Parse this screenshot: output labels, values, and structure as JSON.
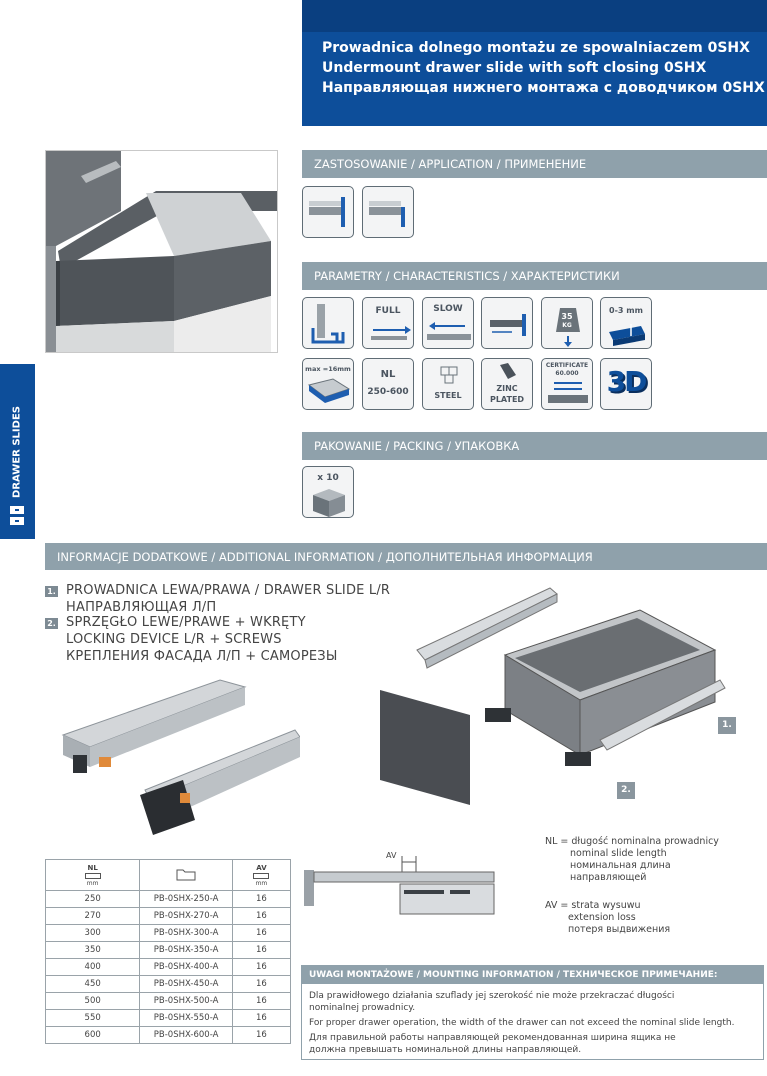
{
  "header": {
    "title_pl": "Prowadnica dolnego montażu ze spowalniaczem 0SHX",
    "title_en": "Undermount drawer slide with soft closing 0SHX",
    "title_ru": "Направляющая нижнего монтажа с доводчиком  0SHX"
  },
  "side_tab": {
    "label": "DRAWER SLIDES"
  },
  "sections": {
    "application": "ZASTOSOWANIE / APPLICATION / ПРИМЕНЕНИЕ",
    "characteristics": "PARAMETRY / CHARACTERISTICS / ХАРАКТЕРИСТИКИ",
    "packing": "PAKOWANIE / PACKING / УПАКОВКА",
    "additional": "INFORMACJE DODATKOWE / ADDITIONAL INFORMATION / ДОПОЛНИТЕЛЬНАЯ ИНФОРМАЦИЯ"
  },
  "characteristics_icons": {
    "full": "FULL",
    "slow": "SLOW",
    "load_value": "35",
    "load_unit": "KG",
    "gap": "0-3 mm",
    "max_thickness": "max =16mm",
    "nl_label": "NL",
    "nl_range": "250-600",
    "steel": "STEEL",
    "zinc_1": "ZINC",
    "zinc_2": "PLATED",
    "cert_1": "CERTIFICATE",
    "cert_2": "60.000",
    "three_d": "3D"
  },
  "packing": {
    "quantity": "x 10"
  },
  "items": [
    {
      "num": "1.",
      "lines": [
        "PROWADNICA LEWA/PRAWA / DRAWER SLIDE L/R",
        "НАПРАВЛЯЮЩАЯ Л/П"
      ]
    },
    {
      "num": "2.",
      "lines": [
        "SPRZĘGŁO LEWE/PRAWE + WKRĘTY",
        "LOCKING DEVICE L/R + SCREWS",
        "КРЕПЛЕНИЯ ФАСАДА Л/П + САМОРЕЗЫ"
      ]
    }
  ],
  "callouts": {
    "one": "1.",
    "two": "2."
  },
  "table": {
    "col_nl": "NL",
    "col_nl_unit": "mm",
    "col_av": "AV",
    "col_av_unit": "mm",
    "rows": [
      {
        "nl": "250",
        "code": "PB-0SHX-250-A",
        "av": "16"
      },
      {
        "nl": "270",
        "code": "PB-0SHX-270-A",
        "av": "16"
      },
      {
        "nl": "300",
        "code": "PB-0SHX-300-A",
        "av": "16"
      },
      {
        "nl": "350",
        "code": "PB-0SHX-350-A",
        "av": "16"
      },
      {
        "nl": "400",
        "code": "PB-0SHX-400-A",
        "av": "16"
      },
      {
        "nl": "450",
        "code": "PB-0SHX-450-A",
        "av": "16"
      },
      {
        "nl": "500",
        "code": "PB-0SHX-500-A",
        "av": "16"
      },
      {
        "nl": "550",
        "code": "PB-0SHX-550-A",
        "av": "16"
      },
      {
        "nl": "600",
        "code": "PB-0SHX-600-A",
        "av": "16"
      }
    ]
  },
  "diagram": {
    "av_label": "AV"
  },
  "legend": {
    "nl": [
      "NL = długość nominalna prowadnicy",
      "nominal slide length",
      "номинальная длина",
      "направляющей"
    ],
    "av": [
      "AV = strata wysuwu",
      "extension loss",
      "потеря выдвижения"
    ]
  },
  "mounting": {
    "header": "UWAGI MONTAŻOWE / MOUNTING INFORMATION / ТЕХНИЧЕСКОЕ ПРИМЕЧАНИЕ:",
    "lines": [
      "Dla prawidłowego działania szuflady jej szerokość nie może przekraczać długości",
      "nominalnej prowadnicy.",
      "For proper drawer operation, the width of the drawer can not exceed the nominal slide length.",
      "Для правильной работы направляющей рекомендованная ширина ящика не",
      "должна превышать  номинальной длины направляющей."
    ]
  }
}
